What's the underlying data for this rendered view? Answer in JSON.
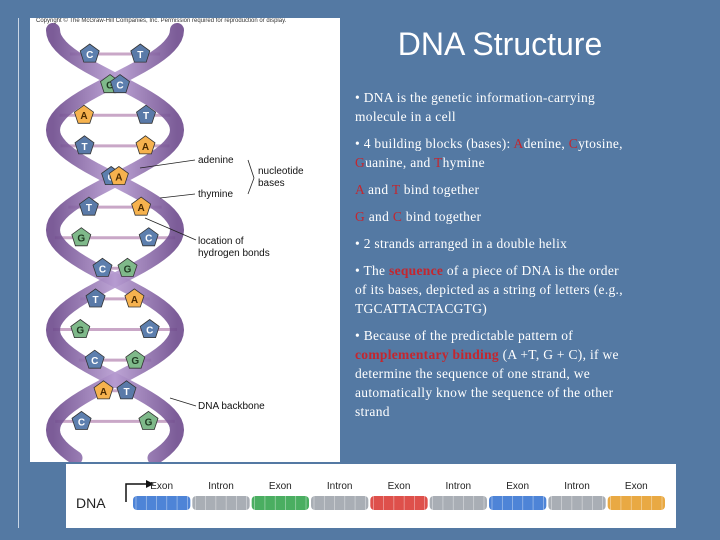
{
  "slide": {
    "title": "DNA Structure",
    "colors": {
      "background": "#5479a3",
      "highlight": "#c4262e",
      "strand": "#8e6aa8"
    }
  },
  "figure": {
    "copyright": "Copyright © The McGraw-Hill Companies, Inc. Permission required for reproduction or display.",
    "labels": {
      "adenine": "adenine",
      "thymine": "thymine",
      "nucleotide_bases": [
        "nucleotide",
        "bases"
      ],
      "hydrogen_bonds": [
        "location of",
        "hydrogen bonds"
      ],
      "backbone": "DNA backbone"
    },
    "base_pairs": [
      {
        "left": "T",
        "right": "C"
      },
      {
        "left": "G",
        "right": "C"
      },
      {
        "left": "A",
        "right": "T"
      },
      {
        "left": "T",
        "right": "A"
      },
      {
        "left": "C",
        "right": "A"
      },
      {
        "left": "A",
        "right": "T"
      },
      {
        "left": "C",
        "right": "G"
      },
      {
        "left": "G",
        "right": "C"
      },
      {
        "left": "T",
        "right": "A"
      },
      {
        "left": "G",
        "right": "C"
      },
      {
        "left": "C",
        "right": "G"
      },
      {
        "left": "T",
        "right": "A"
      },
      {
        "left": "G",
        "right": "C"
      }
    ]
  },
  "bullets": {
    "b1": "• DNA is the genetic information-carrying molecule in a cell",
    "b2": {
      "pre": "• 4 building blocks (bases): ",
      "a": "A",
      "a_rest": "denine, ",
      "c": "C",
      "c_rest": "ytosine, ",
      "g": "G",
      "g_rest": "uanine, and ",
      "t": "T",
      "t_rest": "hymine"
    },
    "b3": {
      "a": "A",
      "mid": " and ",
      "t": "T",
      "rest": " bind together"
    },
    "b4": {
      "g": "G",
      "mid": " and ",
      "c": "C",
      "rest": " bind together"
    },
    "b5": "• 2 strands arranged in a double helix",
    "b6": {
      "pre": "• The ",
      "term": "sequence",
      "rest": " of a piece of DNA is the order of its bases, depicted as a string of letters (e.g., TGCATTACTACGTG)"
    },
    "b7": {
      "pre": "• Because of the predictable pattern of ",
      "term": "complementary binding",
      "rest": " (A +T, G + C), if we determine the sequence of one strand, we automatically know the sequence of the other strand"
    }
  },
  "gene_strip": {
    "dna_label": "DNA",
    "segments": [
      {
        "label": "Exon",
        "color": "#2f6fd0"
      },
      {
        "label": "Intron",
        "color": "#9aa0a8"
      },
      {
        "label": "Exon",
        "color": "#2aa045"
      },
      {
        "label": "Intron",
        "color": "#9aa0a8"
      },
      {
        "label": "Exon",
        "color": "#d8312b"
      },
      {
        "label": "Intron",
        "color": "#9aa0a8"
      },
      {
        "label": "Exon",
        "color": "#2f6fd0"
      },
      {
        "label": "Intron",
        "color": "#9aa0a8"
      },
      {
        "label": "Exon",
        "color": "#e59a22"
      }
    ]
  }
}
